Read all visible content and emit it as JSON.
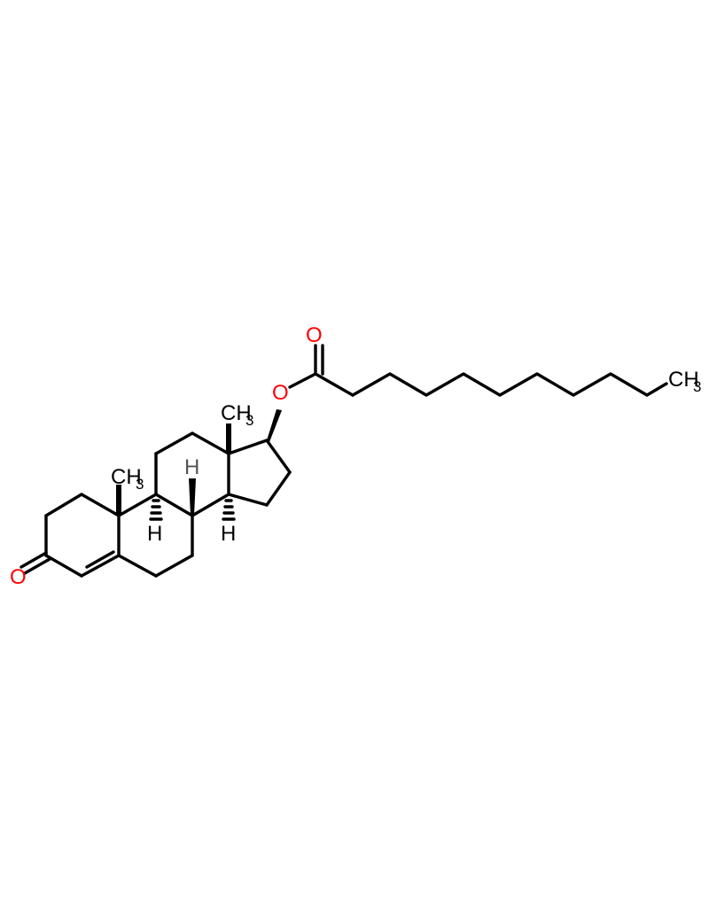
{
  "molecule": {
    "carbonyl_oxygen": {
      "text": "O",
      "color": "#ff0000"
    },
    "ester_carbonyl_oxygen": {
      "text": "O",
      "color": "#ff0000"
    },
    "ester_oxygen": {
      "text": "O",
      "color": "#ff0000"
    },
    "methyl_c10": {
      "text": "CH",
      "subscript": "3"
    },
    "methyl_c13": {
      "text": "CH",
      "subscript": "3"
    },
    "terminal_methyl": {
      "text": "CH",
      "subscript": "3"
    },
    "h_c9": {
      "text": "H",
      "color": "#000000"
    },
    "h_c8": {
      "text": "H",
      "color": "#555555"
    },
    "h_c14": {
      "text": "H",
      "color": "#000000"
    }
  },
  "colors": {
    "bond": "#000000",
    "oxygen": "#ff0000",
    "background": "#ffffff"
  }
}
